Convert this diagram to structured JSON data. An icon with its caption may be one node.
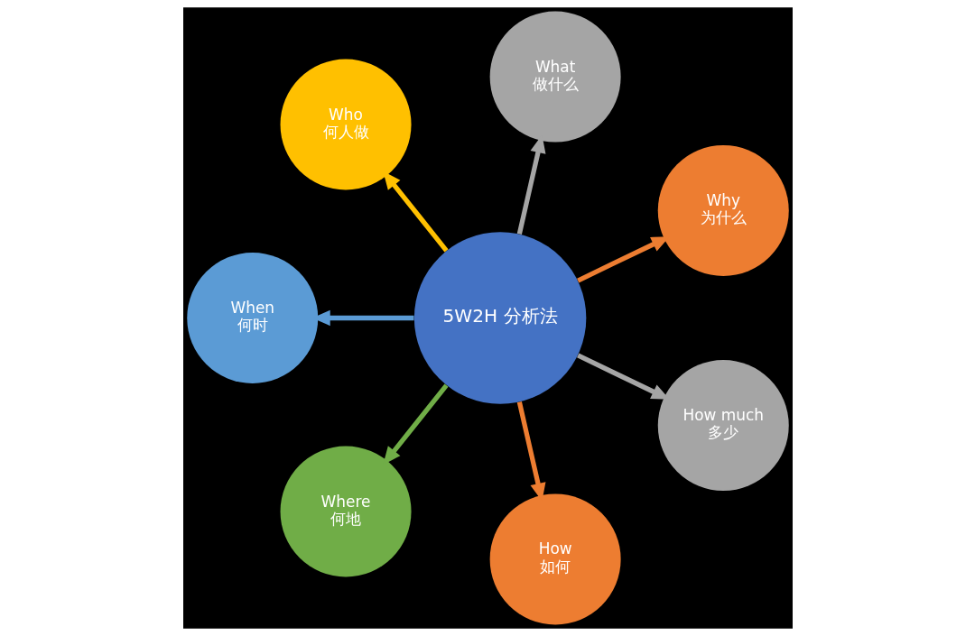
{
  "diagram": {
    "nodes": [
      {
        "text": [
          "5W2H 分析法"
        ]
      },
      {
        "text": [
          "Why",
          "为什么"
        ]
      },
      {
        "text": [
          "What",
          "做什么"
        ]
      },
      {
        "text": [
          "Who",
          "何人做"
        ]
      },
      {
        "text": [
          "When",
          "何时"
        ]
      },
      {
        "text": [
          "Where",
          "何地"
        ]
      },
      {
        "text": [
          "How",
          "如何"
        ]
      },
      {
        "text": [
          "How much",
          "多少"
        ]
      }
    ],
    "edges": [
      {
        "from": 0,
        "to": 1,
        "arrow": "to",
        "color": "#ed7d31"
      },
      {
        "from": 0,
        "to": 2,
        "arrow": "to",
        "color": "#a5a5a5"
      },
      {
        "from": 0,
        "to": 3,
        "arrow": "to",
        "color": "#ffc000"
      },
      {
        "from": 0,
        "to": 4,
        "arrow": "to",
        "color": "#5b9bd5"
      },
      {
        "from": 0,
        "to": 5,
        "arrow": "to",
        "color": "#70ad47"
      },
      {
        "from": 0,
        "to": 6,
        "arrow": "to",
        "color": "#ed7d31"
      },
      {
        "from": 0,
        "to": 7,
        "arrow": "to",
        "color": "#a5a5a5"
      }
    ]
  }
}
